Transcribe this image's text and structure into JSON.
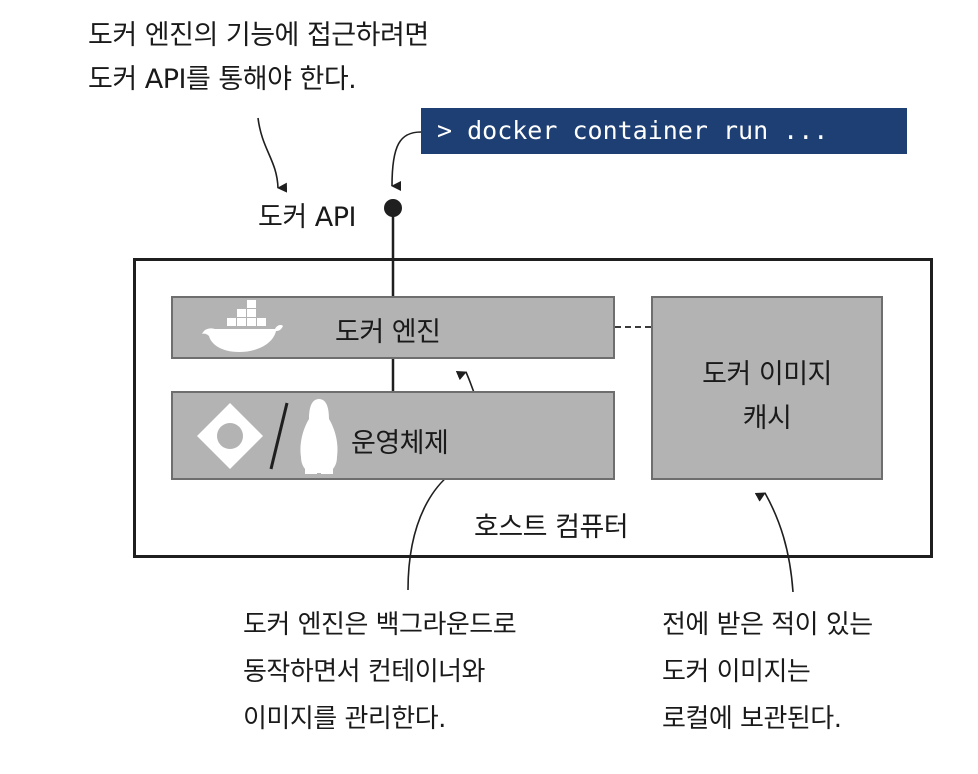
{
  "top_note": {
    "line1": "도커 엔진의 기능에 접근하려면",
    "line2": "도커 API를 통해야 한다."
  },
  "command": {
    "text": "> docker container run ..."
  },
  "api_label": "도커 API",
  "engine": {
    "label": "도커 엔진",
    "icon": "docker-whale-icon"
  },
  "os": {
    "label": "운영체제",
    "icons": [
      "windows-diamond-icon",
      "slash-divider",
      "linux-penguin-icon"
    ]
  },
  "cache": {
    "line1": "도커 이미지",
    "line2": "캐시"
  },
  "host_label": "호스트 컴퓨터",
  "bottom_left_note": {
    "line1": "도커 엔진은 백그라운드로",
    "line2": "동작하면서 컨테이너와",
    "line3": "이미지를 관리한다."
  },
  "bottom_right_note": {
    "line1": "전에 받은 적이 있는",
    "line2": "도커 이미지는",
    "line3": "로컬에 보관된다."
  },
  "colors": {
    "command_bg": "#1d3f74",
    "box_fill": "#b3b3b3",
    "line": "#1f1f1f"
  }
}
